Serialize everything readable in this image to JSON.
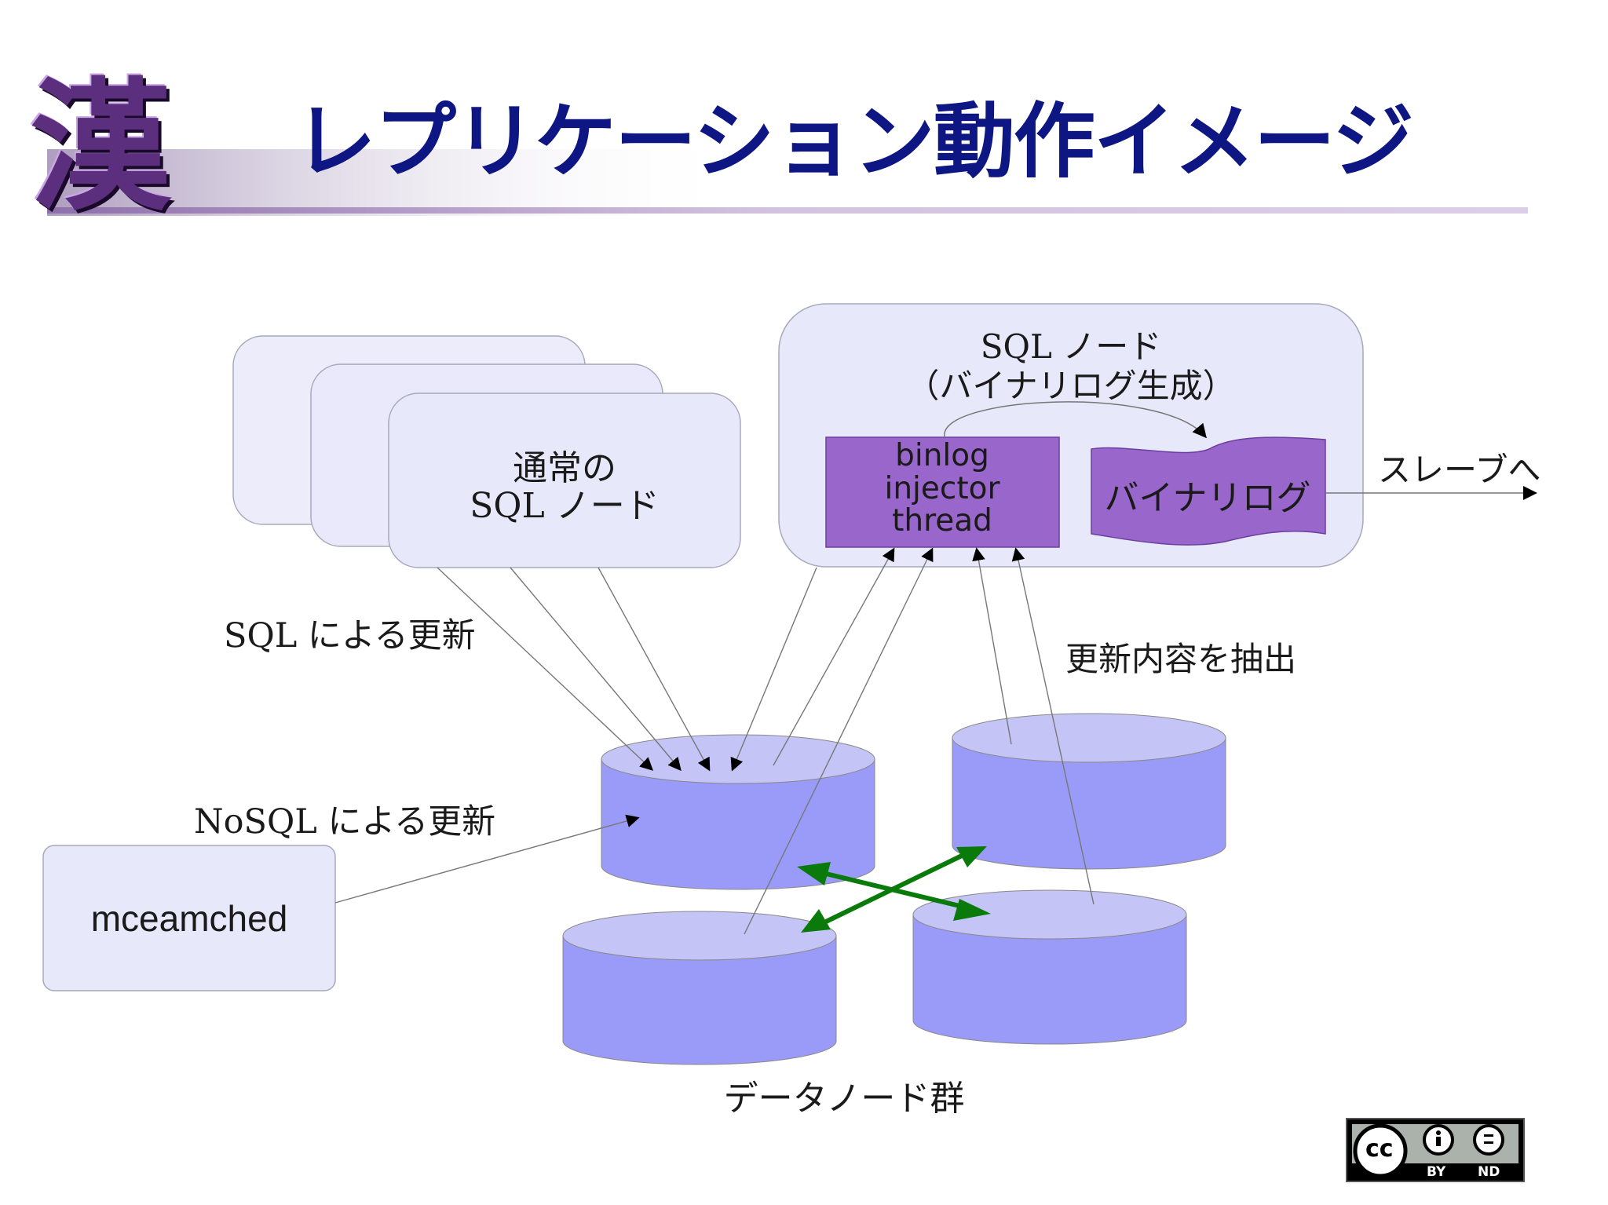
{
  "title": "レプリケーション動作イメージ",
  "logo": {
    "kanji": "漢"
  },
  "sql_node_group": {
    "line1": "通常の",
    "line2": "SQL ノード"
  },
  "binlog_sql_node": {
    "line1": "SQL ノード",
    "line2": "（バイナリログ生成）"
  },
  "binlog_injector": {
    "line1": "binlog",
    "line2": "injector",
    "line3": "thread"
  },
  "binary_log": {
    "label": "バイナリログ"
  },
  "to_slave": "スレーブへ",
  "sql_update": "SQL による更新",
  "extract_update": "更新内容を抽出",
  "nosql_update": "NoSQL による更新",
  "memcached": "mceamched",
  "data_nodes": "データノード群",
  "license": {
    "cc": "cc",
    "by": "BY",
    "nd": "ND"
  },
  "colors": {
    "title": "#0d1682",
    "node_fill": "#e9e9fb",
    "purple": "#9966cc",
    "db_top": "#c4c4f6",
    "db_body": "#9a9af8",
    "green_arrow": "#0a7a0a"
  }
}
